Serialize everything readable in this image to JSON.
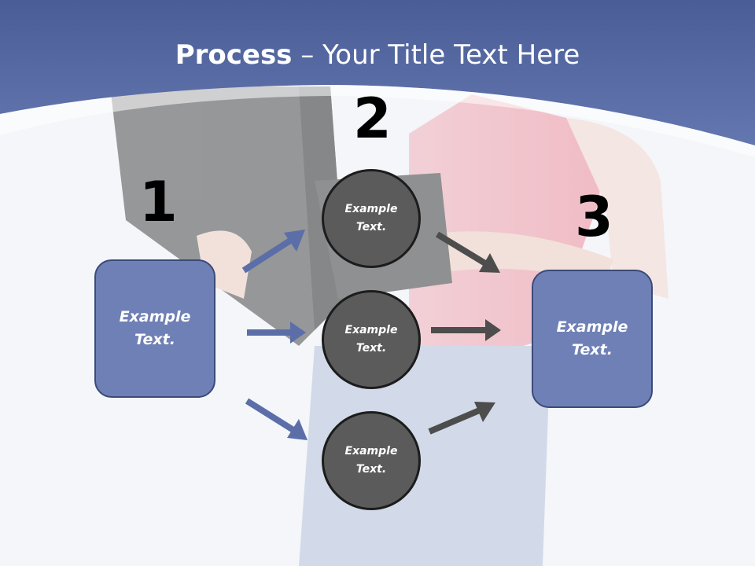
{
  "title": {
    "bold": "Process",
    "rest": " – Your Title Text Here"
  },
  "steps": {
    "one": "1",
    "two": "2",
    "three": "3"
  },
  "left_box": {
    "line1": "Example",
    "line2": "Text."
  },
  "right_box": {
    "line1": "Example",
    "line2": "Text."
  },
  "circles": [
    {
      "line1": "Example",
      "line2": "Text."
    },
    {
      "line1": "Example",
      "line2": "Text."
    },
    {
      "line1": "Example",
      "line2": "Text."
    }
  ],
  "colors": {
    "header": "#5a6ea6",
    "box": "#6f80b6",
    "circle": "#5b5b5b",
    "blue_arrow": "#5b6ea8",
    "dark_arrow": "#4d4d4d"
  }
}
